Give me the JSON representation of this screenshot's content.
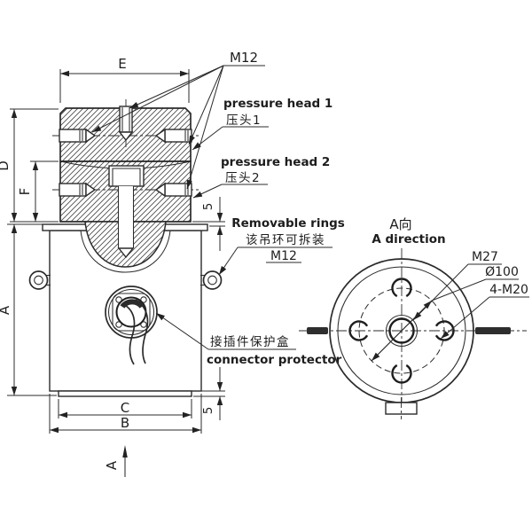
{
  "colors": {
    "line": "#2b2b2b",
    "background": "#ffffff",
    "hatch": "#4a4a4a"
  },
  "left": {
    "dims": {
      "E": "E",
      "D": "D",
      "F": "F",
      "A": "A",
      "B": "B",
      "C": "C",
      "gap_top": "5",
      "gap_bottom": "5"
    },
    "labels": {
      "m12": "M12",
      "ph1_en": "pressure head 1",
      "ph1_zh": "压头1",
      "ph2_en": "pressure head 2",
      "ph2_zh": "压头2",
      "rings_en": "Removable rings",
      "rings_zh": "该吊环可拆装",
      "rings_thread": "M12",
      "conn_zh": "接插件保护盒",
      "conn_en": "connector protector",
      "section": "A"
    }
  },
  "right": {
    "title_zh": "A向",
    "title_en": "A direction",
    "ann": {
      "m27": "M27",
      "dia": "Ø100",
      "holes": "4-M20"
    }
  }
}
